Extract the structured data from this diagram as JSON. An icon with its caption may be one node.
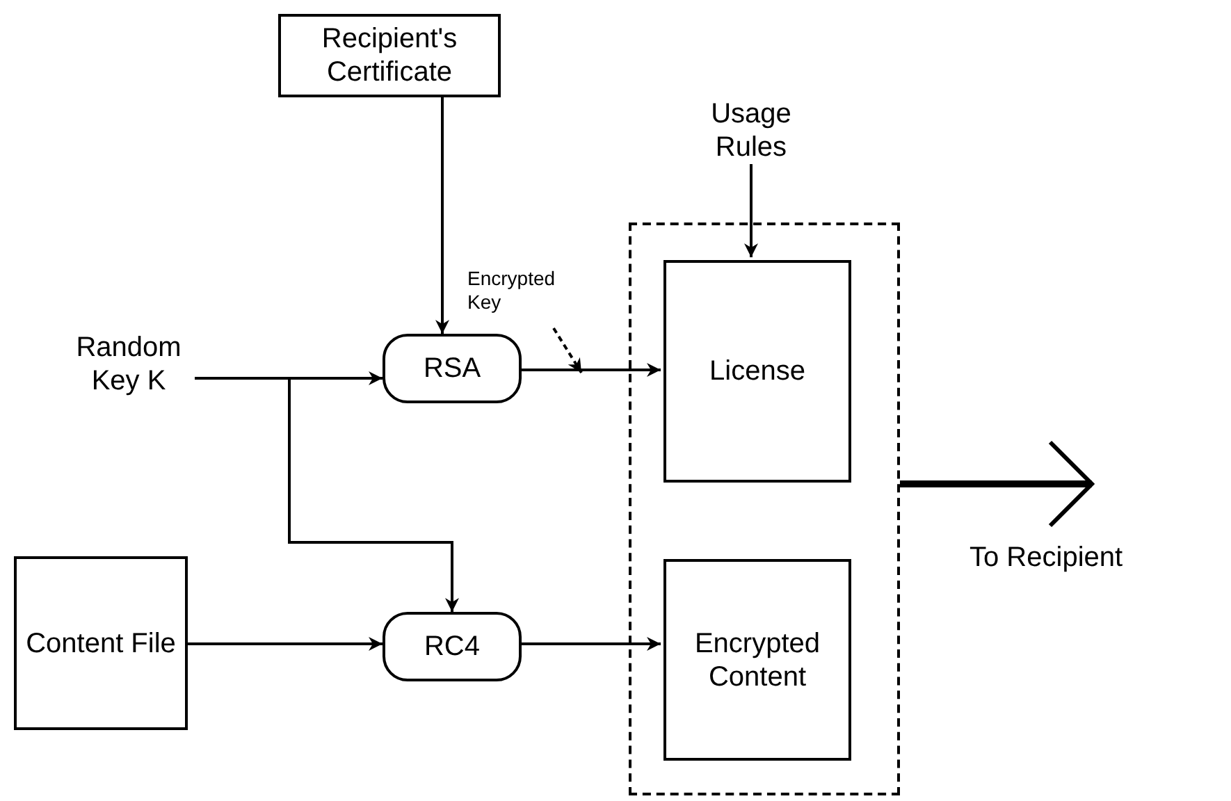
{
  "diagram": {
    "nodes": [
      {
        "text": [
          "Recipient's Certificate"
        ]
      },
      {
        "text": [
          "Usage Rules"
        ]
      },
      {
        "text": [
          "Random Key K"
        ]
      },
      {
        "text": [
          "RSA"
        ]
      },
      {
        "text": [],
        "shape": "box"
      },
      {
        "text": [
          "License"
        ],
        "in": 4
      },
      {
        "text": [
          "Content File"
        ]
      },
      {
        "text": [
          "RC4"
        ]
      },
      {
        "text": [
          "Encrypted Content"
        ],
        "in": 4
      },
      {
        "text": [
          "Encrypted Key"
        ]
      }
    ],
    "edges": [
      {
        "from": 0,
        "to": 3,
        "arrow": "to"
      },
      {
        "from": 1,
        "to": 5,
        "arrow": "to"
      },
      {
        "from": 2,
        "to": 3,
        "arrow": "to"
      },
      {
        "from": 2,
        "to": 7,
        "arrow": "to"
      },
      {
        "from": 3,
        "to": 5,
        "arrow": "to"
      },
      {
        "from": 6,
        "to": 7,
        "arrow": "to"
      },
      {
        "from": 7,
        "to": 8,
        "arrow": "to"
      },
      {
        "from": 4,
        "to": null,
        "arrow": "to",
        "label": "To Recipient",
        "style": "thick"
      },
      {
        "from": 9,
        "to": null,
        "arrow": "to",
        "style": "dashed"
      }
    ]
  }
}
